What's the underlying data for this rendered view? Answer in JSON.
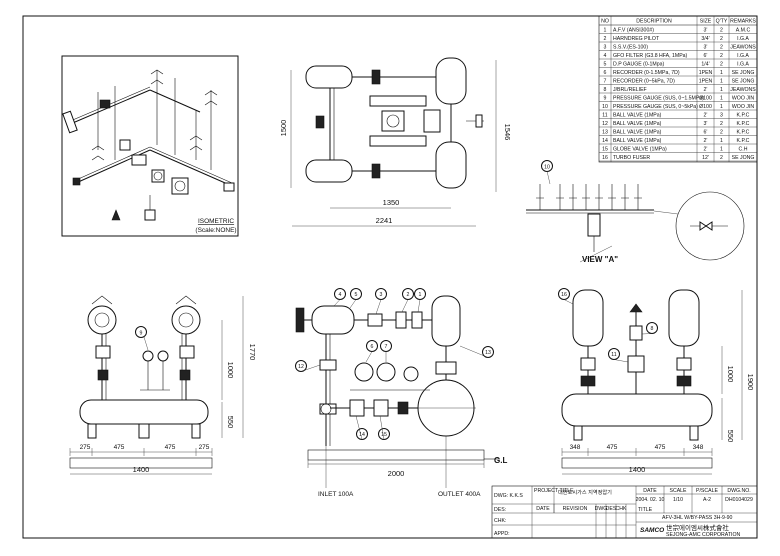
{
  "parts_table": {
    "headers": {
      "no": "NO",
      "description": "DESCRIPTION",
      "size": "SIZE",
      "qty": "Q'TY",
      "remarks": "REMARKS"
    },
    "rows": [
      {
        "no": "1",
        "description": "A.F.V (ANSI300#)",
        "size": "3'",
        "qty": "2",
        "remarks": "A.M.C"
      },
      {
        "no": "2",
        "description": "HARNDREG PILOT",
        "size": "3/4'",
        "qty": "2",
        "remarks": "I.G.A"
      },
      {
        "no": "3",
        "description": "S.S.V.(ES-100)",
        "size": "3'",
        "qty": "2",
        "remarks": "JEAWONS"
      },
      {
        "no": "4",
        "description": "GFO FILTER (G3.8 HFA, 1MPa)",
        "size": "6'",
        "qty": "2",
        "remarks": "I.G.A"
      },
      {
        "no": "5",
        "description": "D.P GAUGE (0-1Mpa)",
        "size": "1/4'",
        "qty": "2",
        "remarks": "I.G.A"
      },
      {
        "no": "6",
        "description": "RECORDER (0-1.5MPa, 7D)",
        "size": "1PEN",
        "qty": "1",
        "remarks": "SE JONG"
      },
      {
        "no": "7",
        "description": "RECORDER (0~5kPa, 7D)",
        "size": "1PEN",
        "qty": "1",
        "remarks": "SE JONG"
      },
      {
        "no": "8",
        "description": "J/BRL/RELIEF",
        "size": "2'",
        "qty": "1",
        "remarks": "JEAWONS"
      },
      {
        "no": "9",
        "description": "PRESSURE GAUGE (SUS, 0~1.5MPa)",
        "size": "Ø100",
        "qty": "1",
        "remarks": "WOO JIN"
      },
      {
        "no": "10",
        "description": "PRESSURE GAUGE (SUS, 0~5kPa)",
        "size": "Ø100",
        "qty": "1",
        "remarks": "WOO JIN"
      },
      {
        "no": "11",
        "description": "BALL VALVE (1MPa)",
        "size": "2'",
        "qty": "3",
        "remarks": "K.P.C"
      },
      {
        "no": "12",
        "description": "BALL VALVE (1MPa)",
        "size": "3'",
        "qty": "2",
        "remarks": "K.P.C"
      },
      {
        "no": "13",
        "description": "BALL VALVE (1MPa)",
        "size": "6'",
        "qty": "2",
        "remarks": "K.P.C"
      },
      {
        "no": "14",
        "description": "BALL VALVE (1MPa)",
        "size": "2'",
        "qty": "1",
        "remarks": "K.P.C"
      },
      {
        "no": "15",
        "description": "GLOBE VALVE (1MPa)",
        "size": "2'",
        "qty": "1",
        "remarks": "C.H"
      },
      {
        "no": "16",
        "description": "TURBO FUSER",
        "size": "12'",
        "qty": "2",
        "remarks": "SE JONG"
      }
    ]
  },
  "isometric": {
    "title": "ISOMETRIC",
    "scale": "(Scale:NONE)"
  },
  "plan_view": {
    "dim_1500": "1500",
    "dim_1546": "1546",
    "dim_1350": "1350",
    "dim_2241": "2241"
  },
  "view_a": {
    "label": "VIEW \"A\"",
    "balloon": "10"
  },
  "front_view": {
    "balloon": "9",
    "dim_1770": "1770",
    "dim_1000": "1000",
    "dim_550": "550",
    "dims_bottom": [
      "275",
      "475",
      "475",
      "275"
    ],
    "dim_total": "1400"
  },
  "side_view": {
    "balloons": [
      "4",
      "5",
      "3",
      "2",
      "1",
      "6",
      "7",
      "12",
      "13",
      "14",
      "15"
    ],
    "dim_total": "2000",
    "gl": "G.L",
    "inlet": "INLET 100A",
    "outlet": "OUTLET 400A"
  },
  "right_view": {
    "balloons": [
      "16",
      "8",
      "11"
    ],
    "dim_1000": "1000",
    "dim_1900": "1900",
    "dim_550": "550",
    "dims_bottom": [
      "348",
      "475",
      "475",
      "348"
    ],
    "dim_total": "1400"
  },
  "title_block": {
    "dwg_label": "DWG: K.K.S",
    "project_label": "PROJECT TITLE",
    "project_value": "대한도시가스 지역정압기",
    "date_label": "DATE",
    "scale_label": "SCALE",
    "psize_label": "P/SCALE",
    "dwgno_label": "DWG.NO.",
    "date_value": "2004. 02. 10",
    "scale_value": "1/10",
    "psize_value": "A-2",
    "dwgno_value": "DH0104029",
    "des_label": "DES:",
    "chk_label": "CHK:",
    "appd_label": "APPD:",
    "revision_headers": [
      "DATE",
      "REVISION",
      "DWG",
      "DES",
      "CHK"
    ],
    "title_label": "TITLE",
    "drawing_title": "AFV-3HL W/BY-PASS 3H-9-90",
    "company_logo": "SAMCO",
    "company_name_kr": "世宗에이엠씨株式會社",
    "company_name_en": "SEJONG-AMC CORPORATION"
  }
}
